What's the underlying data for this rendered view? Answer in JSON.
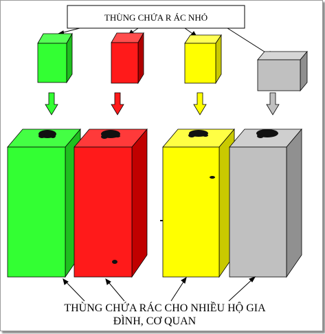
{
  "top_label": "THÙNG CHỨA R ÁC NHỎ",
  "bottom_label_line1": "THÙNG CHỨA RÁC CHO NHIỀU HỘ GIA",
  "bottom_label_line2": "ĐÌNH, CƠ QUAN",
  "bins": [
    {
      "color": "#33ff33",
      "name": "green"
    },
    {
      "color": "#ff1a1a",
      "name": "red"
    },
    {
      "color": "#ffff00",
      "name": "yellow"
    },
    {
      "color": "#c0c0c0",
      "name": "gray"
    }
  ]
}
